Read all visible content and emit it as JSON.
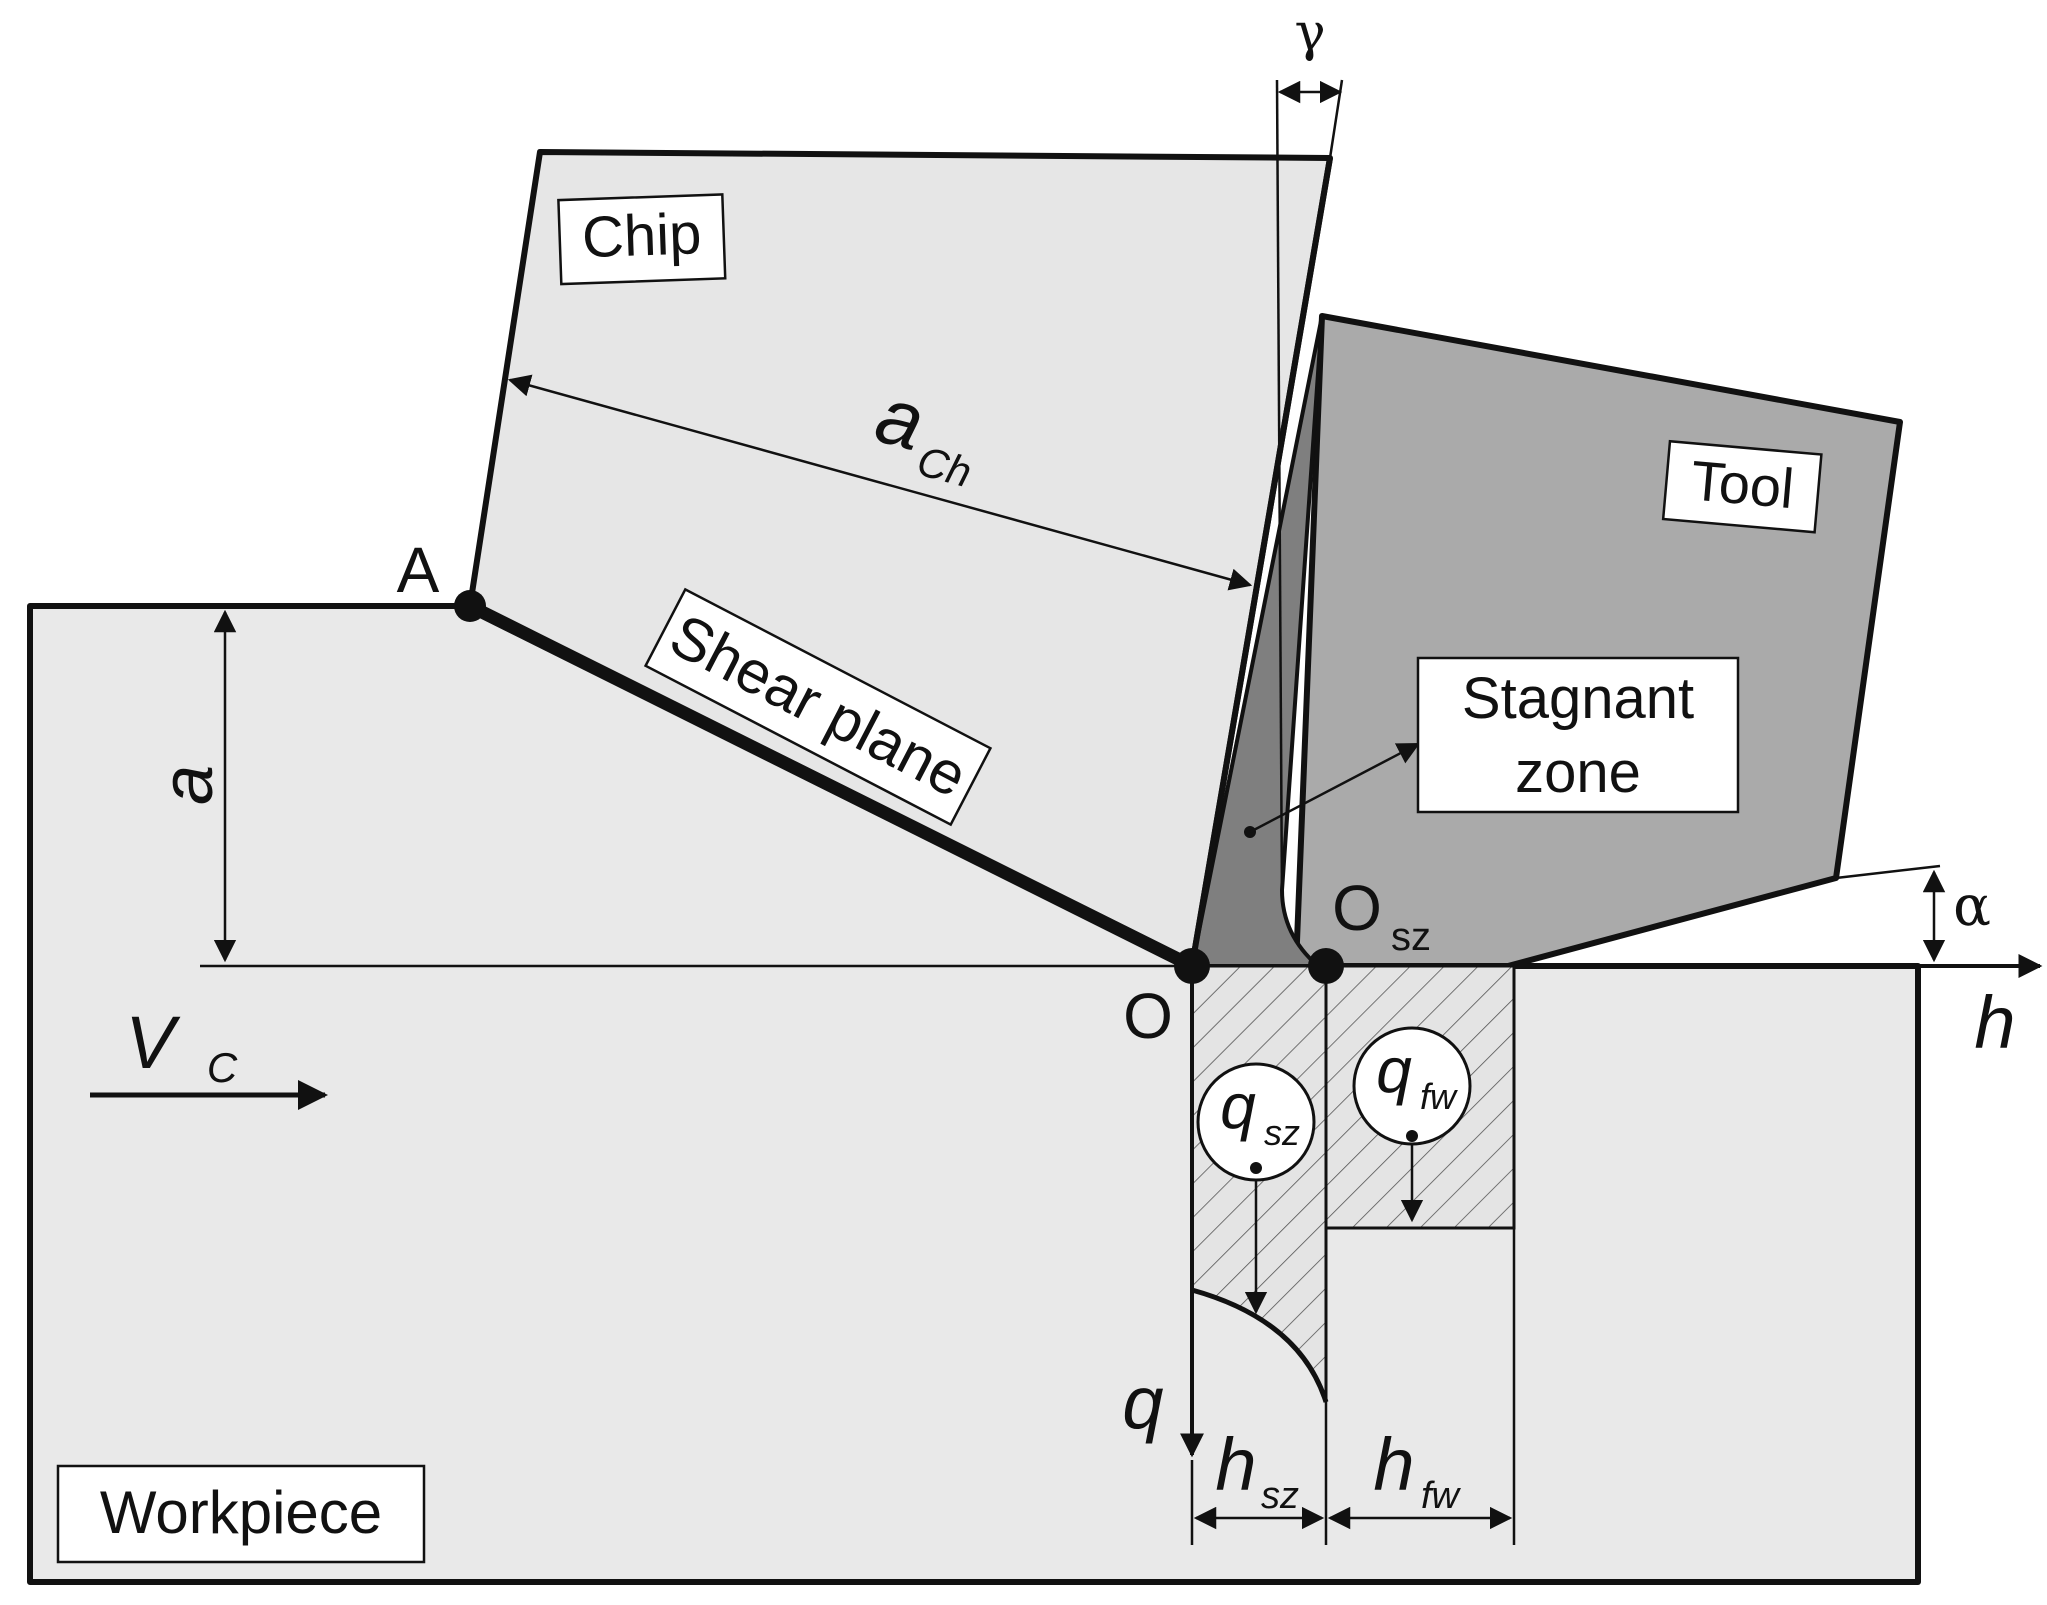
{
  "labels": {
    "chip": "Chip",
    "tool": "Tool",
    "workpiece": "Workpiece",
    "shear_plane": "Shear plane",
    "stagnant_zone_line1": "Stagnant",
    "stagnant_zone_line2": "zone"
  },
  "points": {
    "A": "A",
    "O": "O",
    "O_sz": "O",
    "O_sz_sub": "sz"
  },
  "symbols": {
    "gamma": "γ",
    "alpha": "α",
    "a": "a",
    "a_ch": "a",
    "a_ch_sub": "Ch",
    "v": "V",
    "v_sub": "C",
    "h": "h",
    "q": "q",
    "q_sz": "q",
    "q_sz_sub": "sz",
    "q_fw": "q",
    "q_fw_sub": "fw",
    "h_sz": "h",
    "h_sz_sub": "sz",
    "h_fw": "h",
    "h_fw_sub": "fw"
  },
  "colors": {
    "workpiece": "#e9e9e9",
    "chip": "#e6e6e6",
    "tool": "#aaaaaa",
    "stagnant": "#7f7f7f",
    "ink": "#111111"
  }
}
